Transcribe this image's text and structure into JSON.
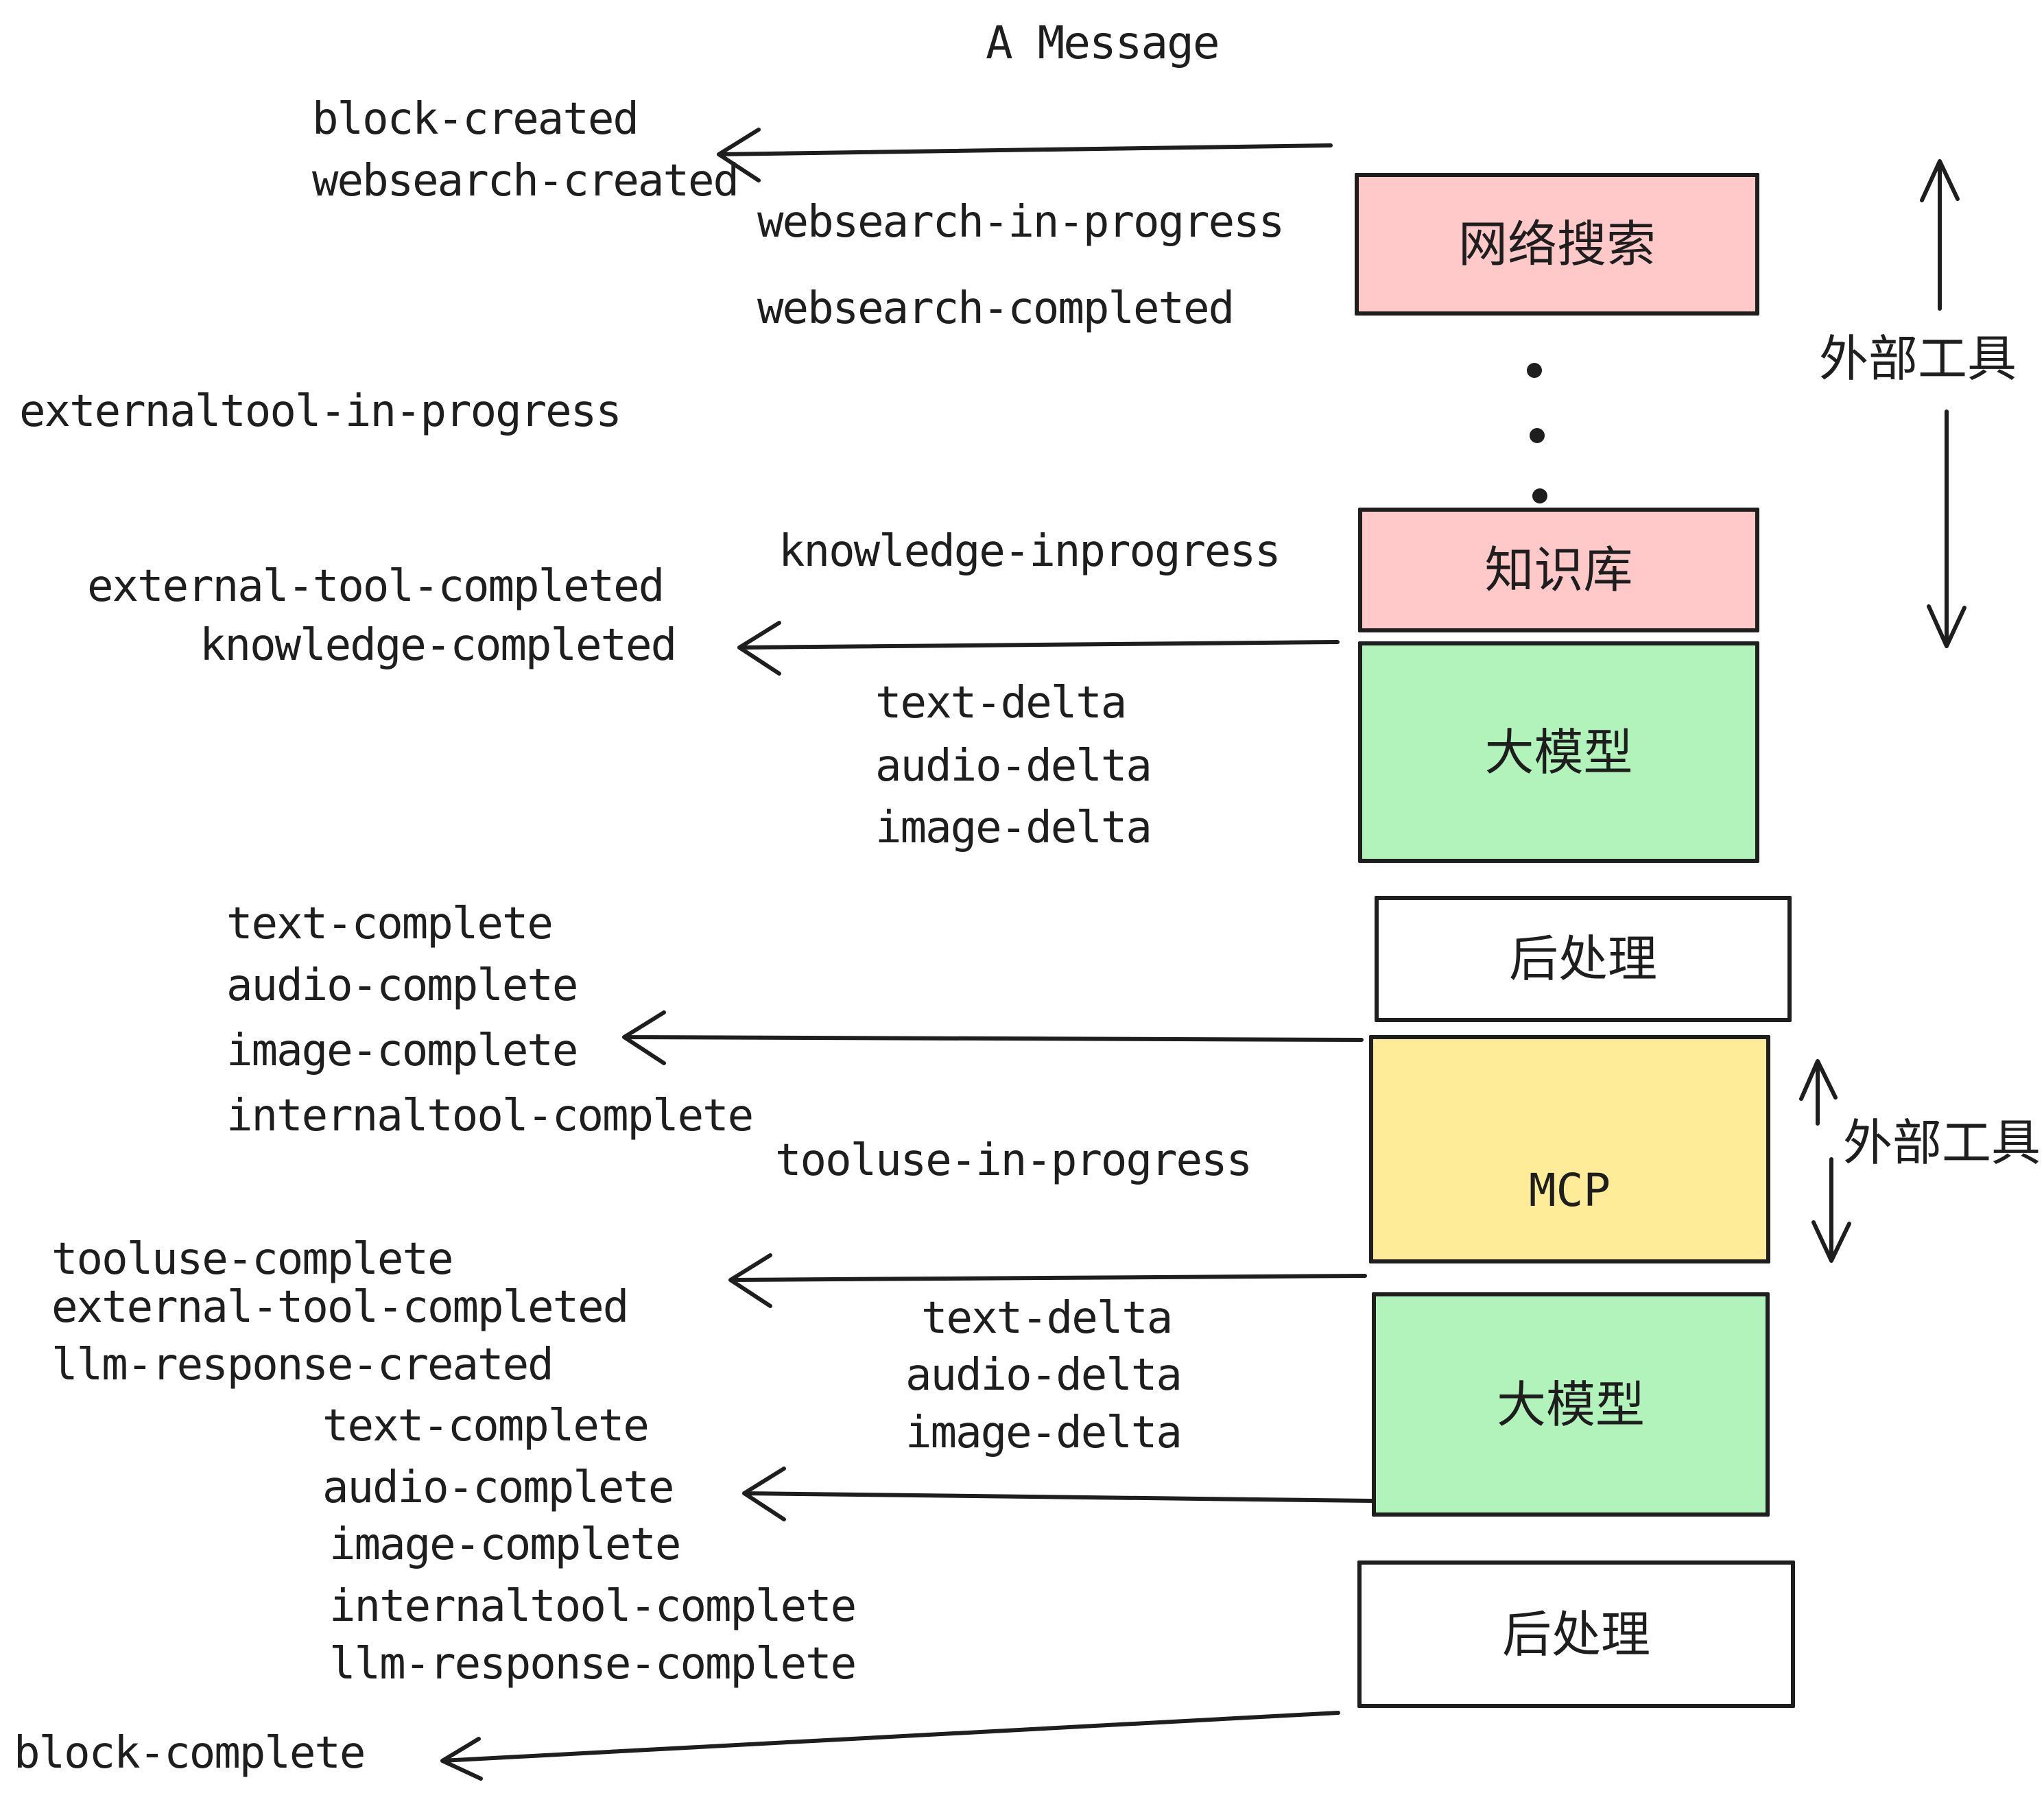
{
  "title": "A Message",
  "colors": {
    "stroke": "#1e1e1e",
    "pink": "#ffc9c9",
    "green": "#b2f2bb",
    "yellow": "#ffec99",
    "white": "#ffffff",
    "background": "#ffffff"
  },
  "boxes": {
    "websearch": {
      "label": "网络搜索",
      "fill": "#ffc9c9"
    },
    "knowledge": {
      "label": "知识库",
      "fill": "#ffc9c9"
    },
    "llm1": {
      "label": "大模型",
      "fill": "#b2f2bb"
    },
    "post1": {
      "label": "后处理",
      "fill": "#ffffff"
    },
    "mcp": {
      "label": "MCP",
      "fill": "#ffec99"
    },
    "llm2": {
      "label": "大模型",
      "fill": "#b2f2bb"
    },
    "post2": {
      "label": "后处理",
      "fill": "#ffffff"
    }
  },
  "events": {
    "block_created": "block-created",
    "websearch_created": "websearch-created",
    "websearch_in_progress": "websearch-in-progress",
    "websearch_completed": "websearch-completed",
    "externaltool_in_progress": "externaltool-in-progress",
    "knowledge_inprogress": "knowledge-inprogress",
    "external_tool_completed_1": "external-tool-completed",
    "knowledge_completed": "knowledge-completed",
    "text_delta_1": "text-delta",
    "audio_delta_1": "audio-delta",
    "image_delta_1": "image-delta",
    "text_complete_1": "text-complete",
    "audio_complete_1": "audio-complete",
    "image_complete_1": "image-complete",
    "internaltool_complete_1": "internaltool-complete",
    "tooluse_in_progress": "tooluse-in-progress",
    "tooluse_complete": "tooluse-complete",
    "external_tool_completed_2": "external-tool-completed",
    "llm_response_created": "llm-response-created",
    "text_delta_2": "text-delta",
    "audio_delta_2": "audio-delta",
    "image_delta_2": "image-delta",
    "text_complete_2": "text-complete",
    "audio_complete_2": "audio-complete",
    "image_complete_2": "image-complete",
    "internaltool_complete_2": "internaltool-complete",
    "llm_response_complete": "llm-response-complete",
    "block_complete": "block-complete"
  },
  "side_labels": {
    "external_tools_top": "外部工具",
    "external_tools_mcp": "外部工具"
  }
}
